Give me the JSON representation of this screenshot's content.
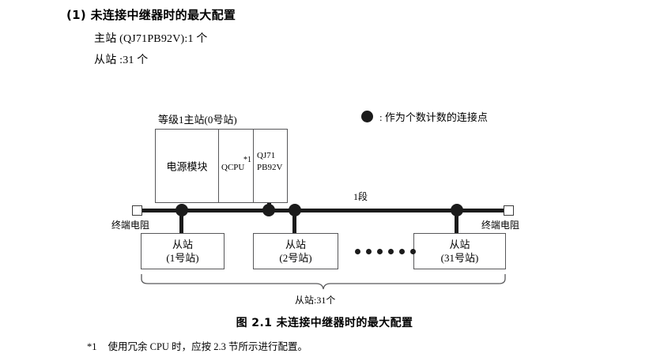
{
  "section": {
    "title": "(1) 未连接中继器时的最大配置",
    "lines": [
      "主站 (QJ71PB92V):1 个",
      "从站 :31 个"
    ]
  },
  "legend": {
    "symbol": "filled-circle",
    "text": ": 作为个数计数的连接点"
  },
  "diagram": {
    "rack_label": "等级1主站(0号站)",
    "rack": {
      "psu": "电源模块",
      "cpu": "QCPU",
      "cpu_note": "*1",
      "net_line1": "QJ71",
      "net_line2": "PB92V"
    },
    "segment_label": "1段",
    "terminator_left": "终端电阻",
    "terminator_right": "终端电阻",
    "slaves": [
      {
        "name": "从站",
        "station": "(1号站)"
      },
      {
        "name": "从站",
        "station": "(2号站)"
      },
      {
        "name": "从站",
        "station": "(31号站)"
      }
    ],
    "ellipsis_count": 6,
    "brace_label": "从站:31个"
  },
  "caption": "图 2.1  未连接中继器时的最大配置",
  "footnote": {
    "marker": "*1",
    "text": "使用冗余 CPU 时，应按 2.3 节所示进行配置。"
  }
}
